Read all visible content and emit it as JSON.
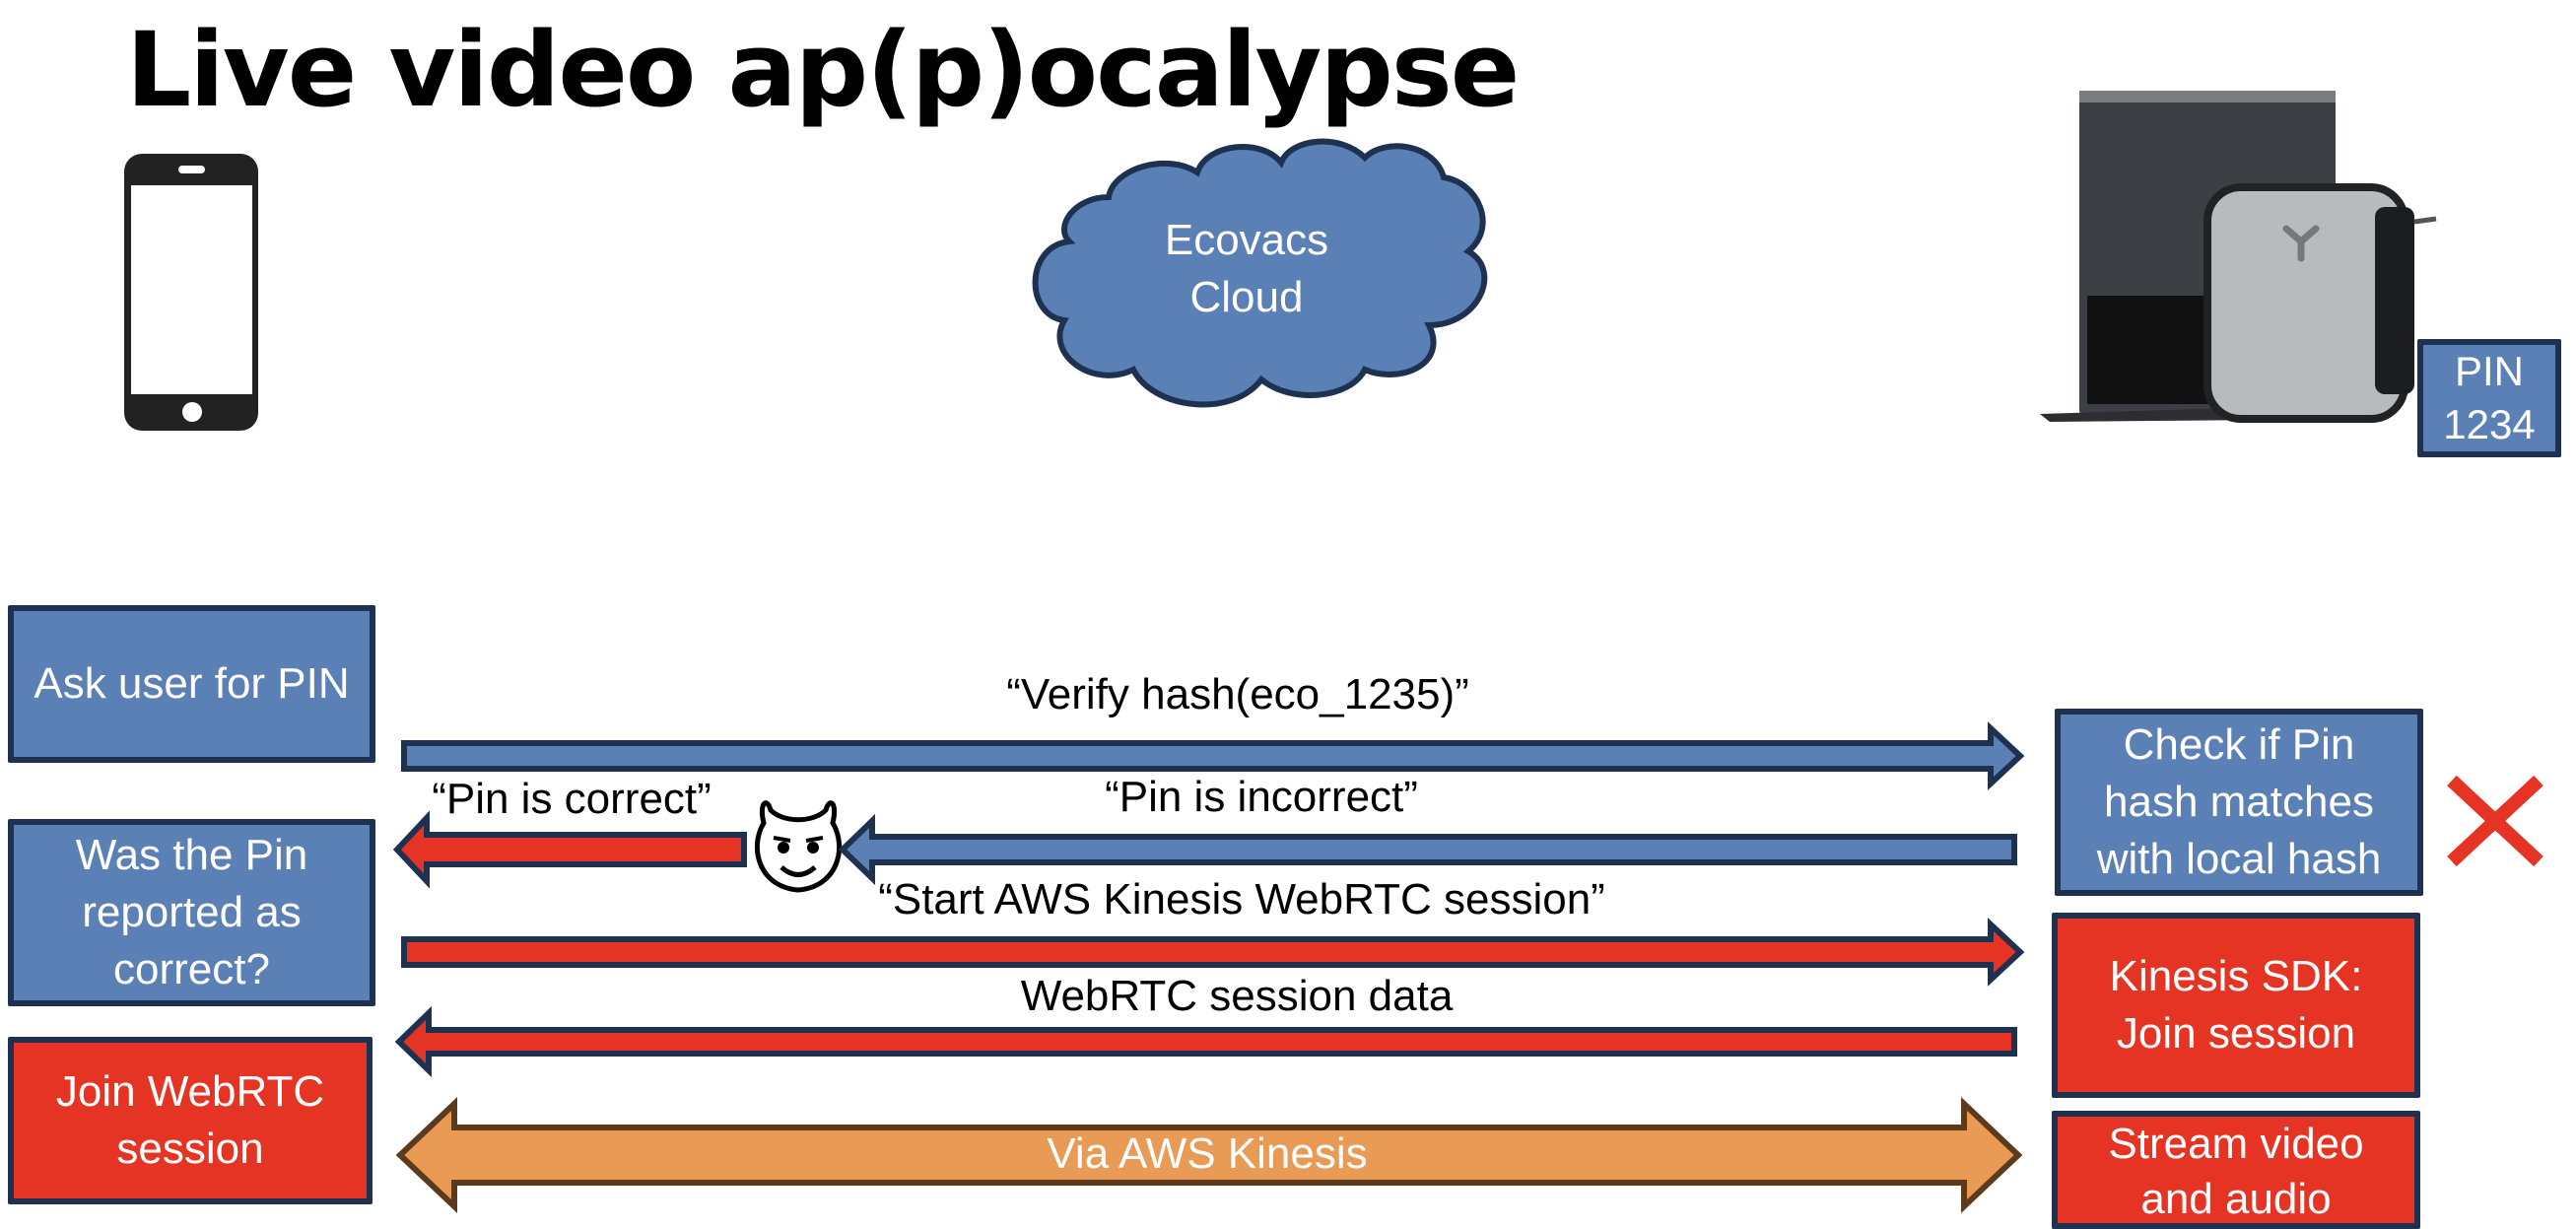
{
  "title": "Live video ap(p)ocalypse",
  "icons": {
    "phone": "smartphone-icon",
    "cloud": "cloud-shape",
    "robot": "robot-vacuum-image",
    "devil": "devil-face-icon",
    "failure_mark": "red-x-icon"
  },
  "cloud": {
    "line1": "Ecovacs",
    "line2": "Cloud"
  },
  "pin_box": {
    "text": "PIN\n1234"
  },
  "left_steps": [
    {
      "text": "Ask user for PIN",
      "color": "#5b80b6"
    },
    {
      "text": "Was the Pin\nreported as\ncorrect?",
      "color": "#5b80b6"
    },
    {
      "text": "Join WebRTC\nsession",
      "color": "#e53324"
    }
  ],
  "right_steps": [
    {
      "text": "Check if Pin\nhash matches\nwith local hash",
      "color": "#5b80b6"
    },
    {
      "text": "Kinesis SDK:\nJoin session",
      "color": "#e53324"
    },
    {
      "text": "Stream video\nand audio",
      "color": "#e53324"
    }
  ],
  "messages": [
    {
      "text": "“Verify hash(eco_1235)”",
      "direction": "right",
      "color": "#5b80b6"
    },
    {
      "text": "“Pin is incorrect”",
      "direction": "left",
      "color": "#5b80b6"
    },
    {
      "text": "“Pin is correct”",
      "direction": "left",
      "color": "#e53324"
    },
    {
      "text": "“Start AWS Kinesis WebRTC session”",
      "direction": "right",
      "color": "#e53324"
    },
    {
      "text": "WebRTC session data",
      "direction": "left",
      "color": "#e53324"
    },
    {
      "text": "Via AWS Kinesis",
      "direction": "both",
      "color": "#e99a55"
    }
  ],
  "colors": {
    "blue": "#5b80b6",
    "red": "#e53324",
    "orange": "#e99a55",
    "outline": "#1f3150",
    "orange_outline": "#5e3a1c"
  }
}
